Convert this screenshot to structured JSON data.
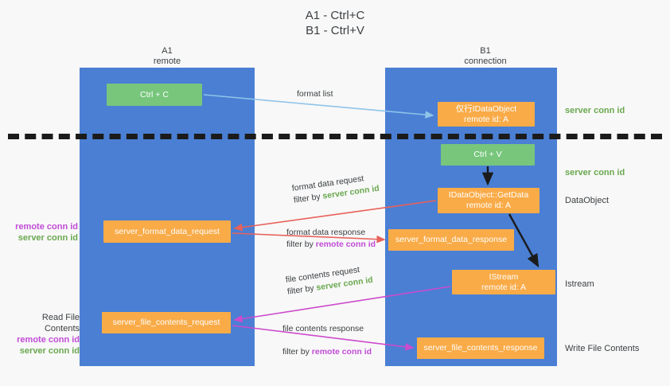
{
  "title": "A1 - Ctrl+C\nB1 - Ctrl+V",
  "columns": {
    "left": {
      "name": "A1",
      "role": "remote",
      "text": "A1\nremote"
    },
    "right": {
      "name": "B1",
      "role": "connection",
      "text": "B1\nconnection"
    }
  },
  "boxes": {
    "ctrl_c": "Ctrl + C",
    "idataobject": "仅行IDataObject\nremote id: A",
    "ctrl_v": "Ctrl + V",
    "getdata": "IDataObject::GetData\nremote id: A",
    "format_data_request": "server_format_data_request",
    "format_data_response": "server_format_data_response",
    "istream": "IStream\nremote id: A",
    "file_contents_request": "server_file_contents_request",
    "file_contents_response": "server_file_contents_response"
  },
  "captions": {
    "format_list": "format list",
    "format_data_request": {
      "line1": "format data request",
      "line2_pre": "filter by ",
      "line2_hl": "server conn id"
    },
    "format_data_response": {
      "line1": "format data response",
      "line2_pre": "filter by ",
      "line2_hl": "remote conn id"
    },
    "file_contents_request": {
      "line1": "file contents request",
      "line2_pre": "filter by ",
      "line2_hl": "server conn id"
    },
    "file_contents_response": {
      "line1": "file contents response",
      "line2_pre": "filter by ",
      "line2_hl": "remote conn id"
    }
  },
  "side_labels": {
    "server_conn_id_top": "server conn id",
    "server_conn_id_mid": "server conn id",
    "dataobject": "DataObject",
    "istream": "Istream",
    "write_file_contents": "Write File Contents",
    "read_file_contents": "Read File Contents",
    "remote_conn_id": "remote conn id",
    "server_conn_id": "server conn id"
  },
  "colors": {
    "lane": "#4a7fd4",
    "green_box": "#77c67c",
    "orange_box": "#f9ab48",
    "green_text": "#6aa84f",
    "pink_text": "#c14bd6",
    "arrow_blue": "#8ec4e8",
    "arrow_red": "#e8615a",
    "arrow_pink": "#cc4bcc",
    "arrow_black": "#1b1b1b",
    "background": "#f8f8f8"
  }
}
